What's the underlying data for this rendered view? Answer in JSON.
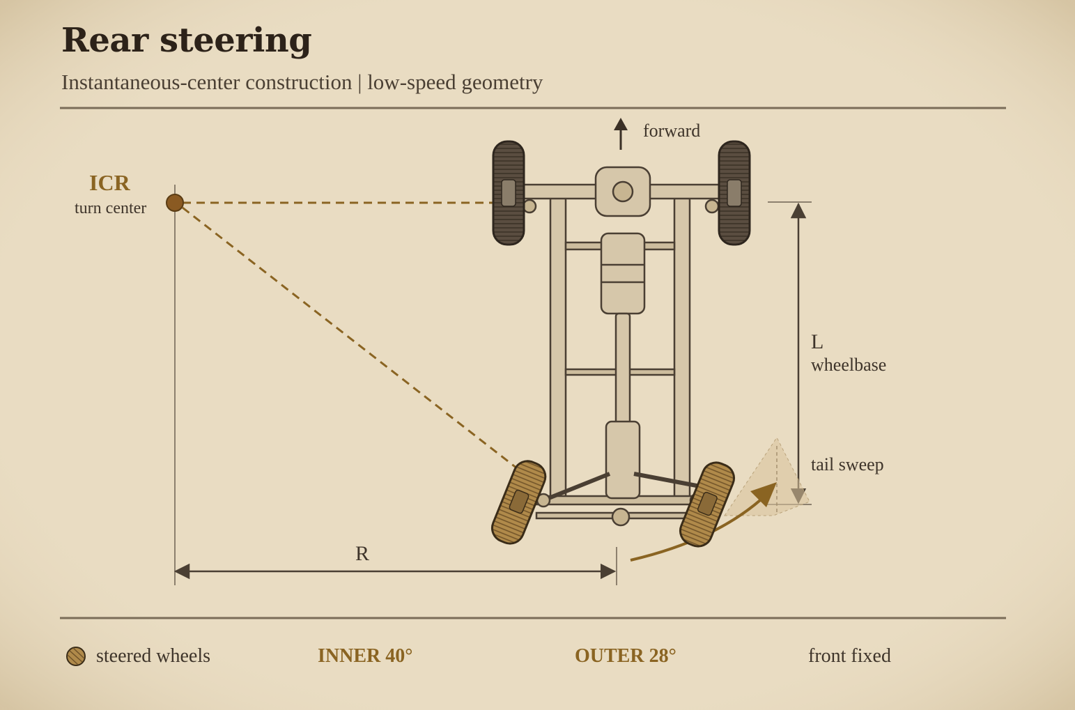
{
  "header": {
    "title": "Rear steering",
    "subtitle": "Instantaneous-center construction | low-speed geometry"
  },
  "diagram": {
    "icr_label": "ICR",
    "icr_sublabel": "turn center",
    "forward_label": "forward",
    "wheelbase_symbol": "L",
    "wheelbase_label": "wheelbase",
    "tail_sweep_label": "tail sweep",
    "radius_label": "R"
  },
  "footer": {
    "legend_label": "steered wheels",
    "inner_angle": "INNER 40°",
    "outer_angle": "OUTER 28°",
    "front_note": "front fixed"
  },
  "colors": {
    "background": "#e9dcc2",
    "accent": "#8a6422",
    "ink": "#3a3026",
    "steered_wheel": "#b08a4a"
  }
}
